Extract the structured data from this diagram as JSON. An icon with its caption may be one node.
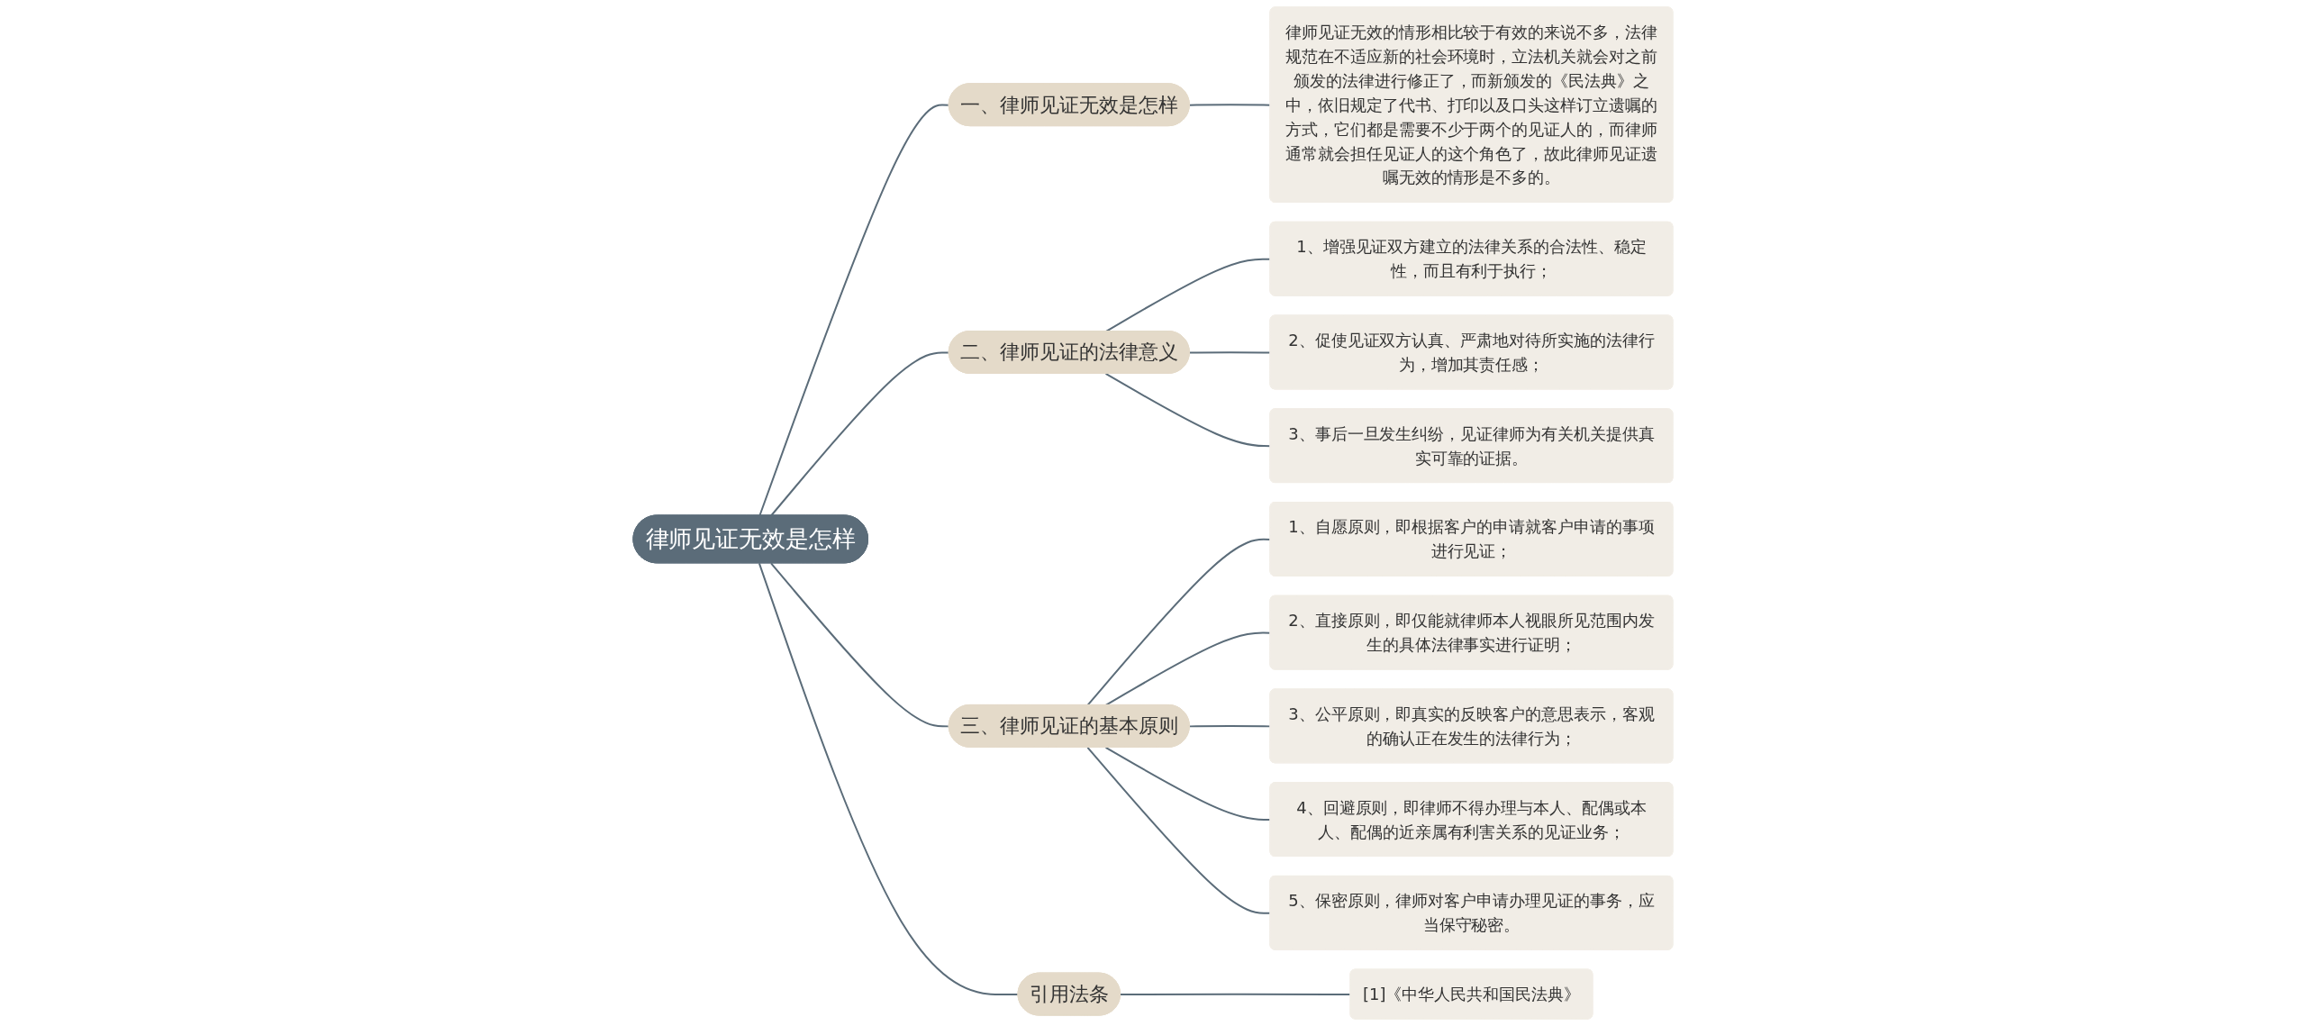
{
  "diagram": {
    "nodes": [
      {
        "text": [
          "律师见证无效是怎样"
        ]
      },
      {
        "text": [
          "一、律师见证无效是怎样"
        ]
      },
      {
        "text": [
          "律师见证无效的情形相比较于有效的来说不多，法律规范在不适应新的社会环境时，立法机关就会对之前颁发的法律进行修正了，而新颁发的《民法典》之中，依旧规定了代书、打印以及口头这样订立遗嘱的方式，它们都是需要不少于两个的见证人的，而律师通常就会担任见证人的这个角色了，故此律师见证遗嘱无效的情形是不多的。"
        ]
      },
      {
        "text": [
          "二、律师见证的法律意义"
        ]
      },
      {
        "text": [
          "1、增强见证双方建立的法律关系的合法性、稳定性，而且有利于执行；"
        ]
      },
      {
        "text": [
          "2、促使见证双方认真、严肃地对待所实施的法律行为，增加其责任感；"
        ]
      },
      {
        "text": [
          "3、事后一旦发生纠纷，见证律师为有关机关提供真实可靠的证据。"
        ]
      },
      {
        "text": [
          "三、律师见证的基本原则"
        ]
      },
      {
        "text": [
          "1、自愿原则，即根据客户的申请就客户申请的事项进行见证；"
        ]
      },
      {
        "text": [
          "2、直接原则，即仅能就律师本人视眼所见范围内发生的具体法律事实进行证明；"
        ]
      },
      {
        "text": [
          "3、公平原则，即真实的反映客户的意思表示，客观的确认正在发生的法律行为；"
        ]
      },
      {
        "text": [
          "4、回避原则，即律师不得办理与本人、配偶或本人、配偶的近亲属有利害关系的见证业务；"
        ]
      },
      {
        "text": [
          "5、保密原则，律师对客户申请办理见证的事务，应当保守秘密。"
        ]
      },
      {
        "text": [
          "引用法条"
        ]
      },
      {
        "text": [
          "[1]《中华人民共和国民法典》"
        ]
      }
    ],
    "edges": [
      {
        "from": 0,
        "to": 1,
        "arrow": "none"
      },
      {
        "from": 1,
        "to": 2,
        "arrow": "none"
      },
      {
        "from": 0,
        "to": 3,
        "arrow": "none"
      },
      {
        "from": 3,
        "to": 4,
        "arrow": "none"
      },
      {
        "from": 3,
        "to": 5,
        "arrow": "none"
      },
      {
        "from": 3,
        "to": 6,
        "arrow": "none"
      },
      {
        "from": 0,
        "to": 7,
        "arrow": "none"
      },
      {
        "from": 7,
        "to": 8,
        "arrow": "none"
      },
      {
        "from": 7,
        "to": 9,
        "arrow": "none"
      },
      {
        "from": 7,
        "to": 10,
        "arrow": "none"
      },
      {
        "from": 7,
        "to": 11,
        "arrow": "none"
      },
      {
        "from": 7,
        "to": 12,
        "arrow": "none"
      },
      {
        "from": 0,
        "to": 13,
        "arrow": "none"
      },
      {
        "from": 13,
        "to": 14,
        "arrow": "none"
      }
    ]
  }
}
